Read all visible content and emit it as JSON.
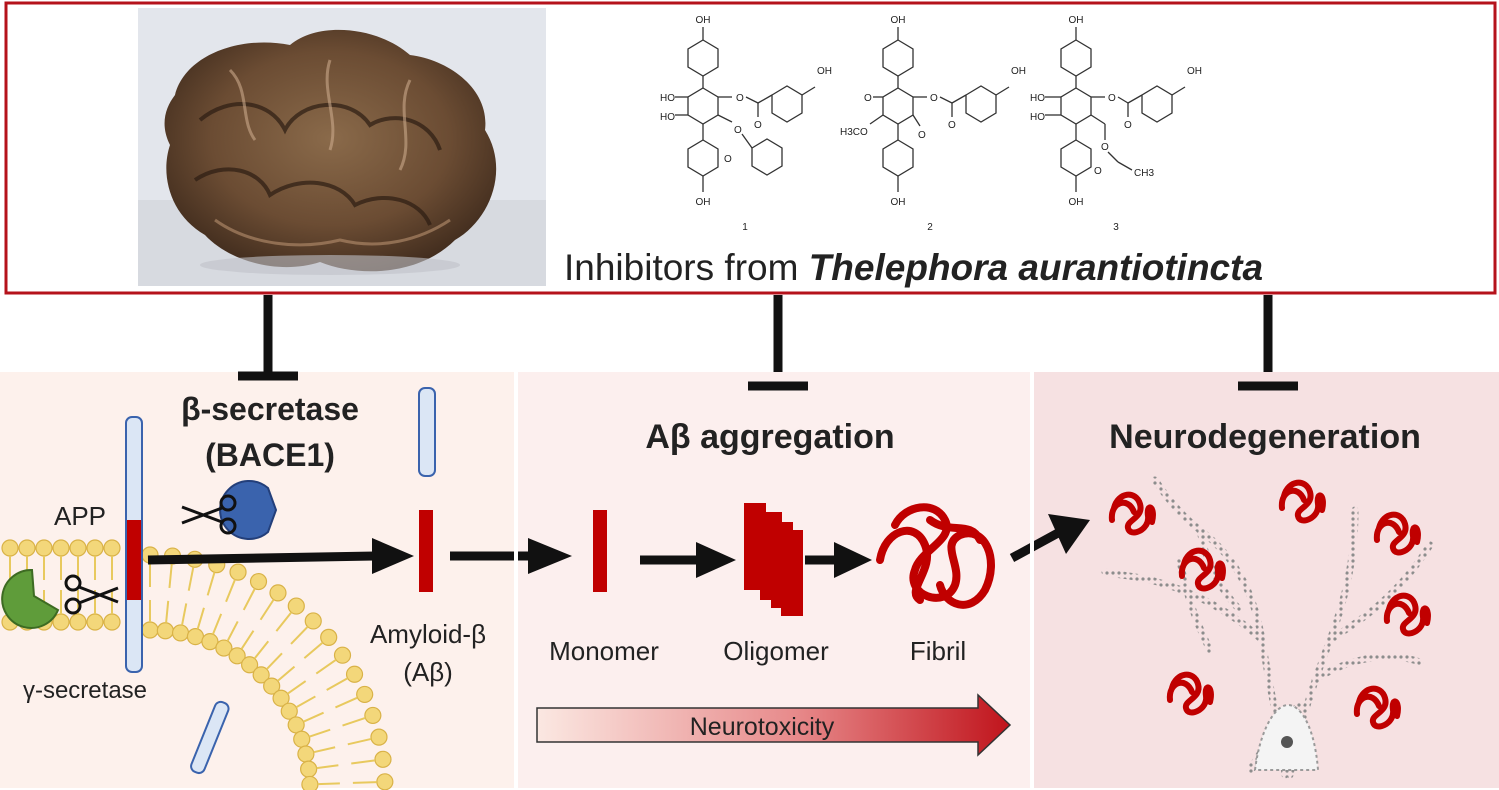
{
  "top_panel": {
    "title_prefix": "Inhibitors from ",
    "title_species": "Thelephora aurantiotincta",
    "compound_numbers": [
      "1",
      "2",
      "3"
    ],
    "atom_labels": {
      "hydroxyl": "OH",
      "ho": "HO",
      "oxygen": "O",
      "methoxy": "H3CO",
      "methyl": "CH3"
    }
  },
  "panels": [
    {
      "title_line1": "β-secretase",
      "title_line2": "(BACE1)"
    },
    {
      "title": "Aβ aggregation"
    },
    {
      "title": "Neurodegeneration"
    }
  ],
  "bace_panel": {
    "app_label": "APP",
    "gamma_label": "γ-secretase",
    "amyloid_label_line1": "Amyloid-β",
    "amyloid_label_line2": "(Aβ)"
  },
  "aggregation_panel": {
    "stages": [
      "Monomer",
      "Oligomer",
      "Fibril"
    ],
    "gradient_arrow_label": "Neurotoxicity"
  },
  "colors": {
    "frame_red": "#b5121b",
    "amyloid_red": "#c00000",
    "membrane_yellow": "#f3d77a",
    "bace_blue": "#3a63ad",
    "gamma_green": "#5f9c3a",
    "panel1_bg": "#fdf1ec",
    "panel2_bg": "#fcefee",
    "panel3_bg": "#f6e1e2"
  }
}
